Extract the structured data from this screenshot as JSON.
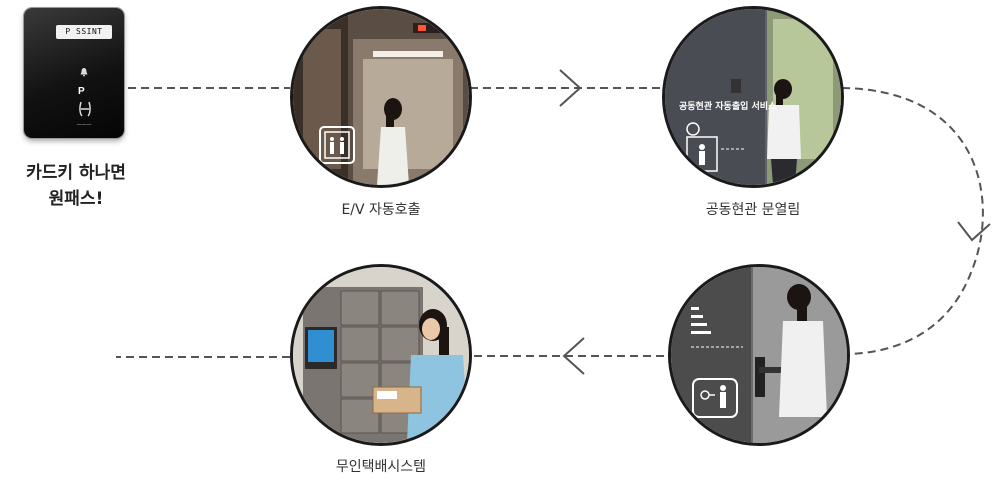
{
  "card": {
    "display_text": "P SSINT",
    "caption_line1": "카드키 하나면",
    "caption_line2": "원패스!"
  },
  "steps": [
    {
      "caption": "E/V 자동호출",
      "icon": "elevator-icon"
    },
    {
      "caption": "공동현관 문열림",
      "overlay_text": "공동현관 자동출입 서비스",
      "icon": "door-access-icon"
    },
    {
      "caption": "",
      "icon": "key-person-icon"
    },
    {
      "caption": "무인택배시스템",
      "icon": "parcel-locker-icon"
    }
  ],
  "colors": {
    "connector": "#555555",
    "caption_text": "#333333",
    "card_caption_text": "#222222",
    "circle_border": "#1a1a1a"
  }
}
